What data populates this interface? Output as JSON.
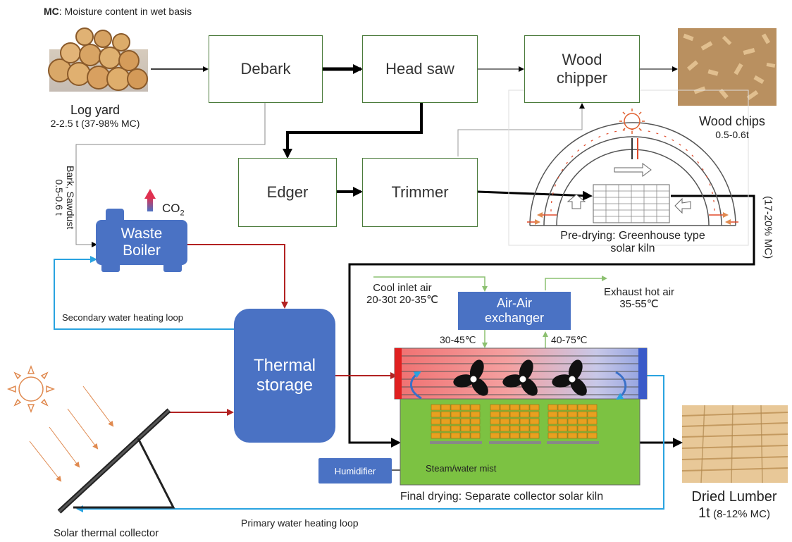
{
  "legend": {
    "abbr": "MC",
    "text": ": Moisture content in wet basis"
  },
  "process": {
    "debark": "Debark",
    "head_saw": "Head saw",
    "wood_chipper_1": "Wood",
    "wood_chipper_2": "chipper",
    "edger": "Edger",
    "trimmer": "Trimmer"
  },
  "log_yard": {
    "title": "Log yard",
    "amount": "2-2.5 t (37-98% MC)"
  },
  "wood_chips": {
    "title": "Wood chips",
    "amount": "0.5-0.6t"
  },
  "bark": {
    "line1": "Bark, Sawdust",
    "line2": "0.5-0.6 t"
  },
  "boiler": {
    "line1": "Waste",
    "line2": "Boiler",
    "co2": "CO",
    "co2_sub": "2"
  },
  "secondary_loop": "Secondary water heating loop",
  "thermal_storage": {
    "line1": "Thermal",
    "line2": "storage"
  },
  "predrying": {
    "line1": "Pre-drying: Greenhouse type",
    "line2": "solar kiln"
  },
  "mc_side": "(17-20% MC)",
  "cool_inlet": {
    "line1": "Cool inlet air",
    "line2": "20-30t 20-35℃"
  },
  "exchanger": {
    "line1": "Air-Air",
    "line2": "exchanger"
  },
  "exhaust": {
    "line1": "Exhaust hot air",
    "line2": "35-55℃"
  },
  "temp_in": "30-45℃",
  "temp_out": "40-75℃",
  "humidifier": "Humidifier",
  "steam": "Steam/water mist",
  "final_drying": "Final drying: Separate collector solar kiln",
  "dried_lumber": {
    "title": "Dried Lumber",
    "amount_big": "1t",
    "amount_small": "(8-12% MC)"
  },
  "primary_loop": "Primary water heating loop",
  "collector": "Solar thermal collector",
  "colors": {
    "hot": "#b22222",
    "cold": "#29a3e0",
    "process": "#000000",
    "air": "#8cc070",
    "unit": "#4a72c4",
    "kiln_green": "#7cc242"
  }
}
